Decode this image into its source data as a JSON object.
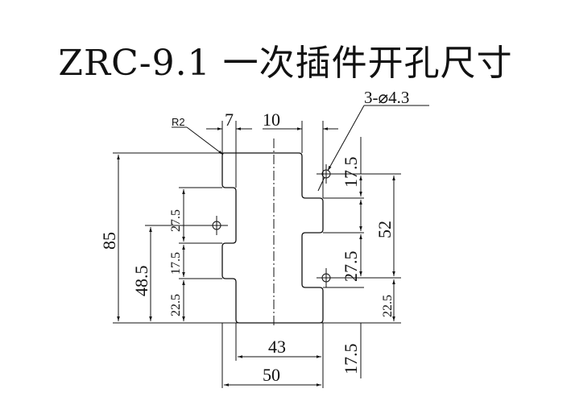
{
  "title": "ZRC-9.1 一次插件开孔尺寸",
  "labels": {
    "radius": "R2",
    "hole_callout": "3-⌀4.3",
    "top_width_left": "7",
    "top_width_right": "10",
    "overall_height": "85",
    "left_hole_height": "48.5",
    "left_seg_top": "27.5",
    "left_seg_mid": "17.5",
    "left_seg_bottom": "22.5",
    "right_seg_top": "17.5",
    "right_seg_mid": "27.5",
    "right_hole_spacing": "52",
    "right_seg_bottom": "22.5",
    "inner_width": "43",
    "overall_width": "50",
    "bottom_right": "17.5"
  },
  "colors": {
    "line": "#111111",
    "background": "#ffffff"
  }
}
